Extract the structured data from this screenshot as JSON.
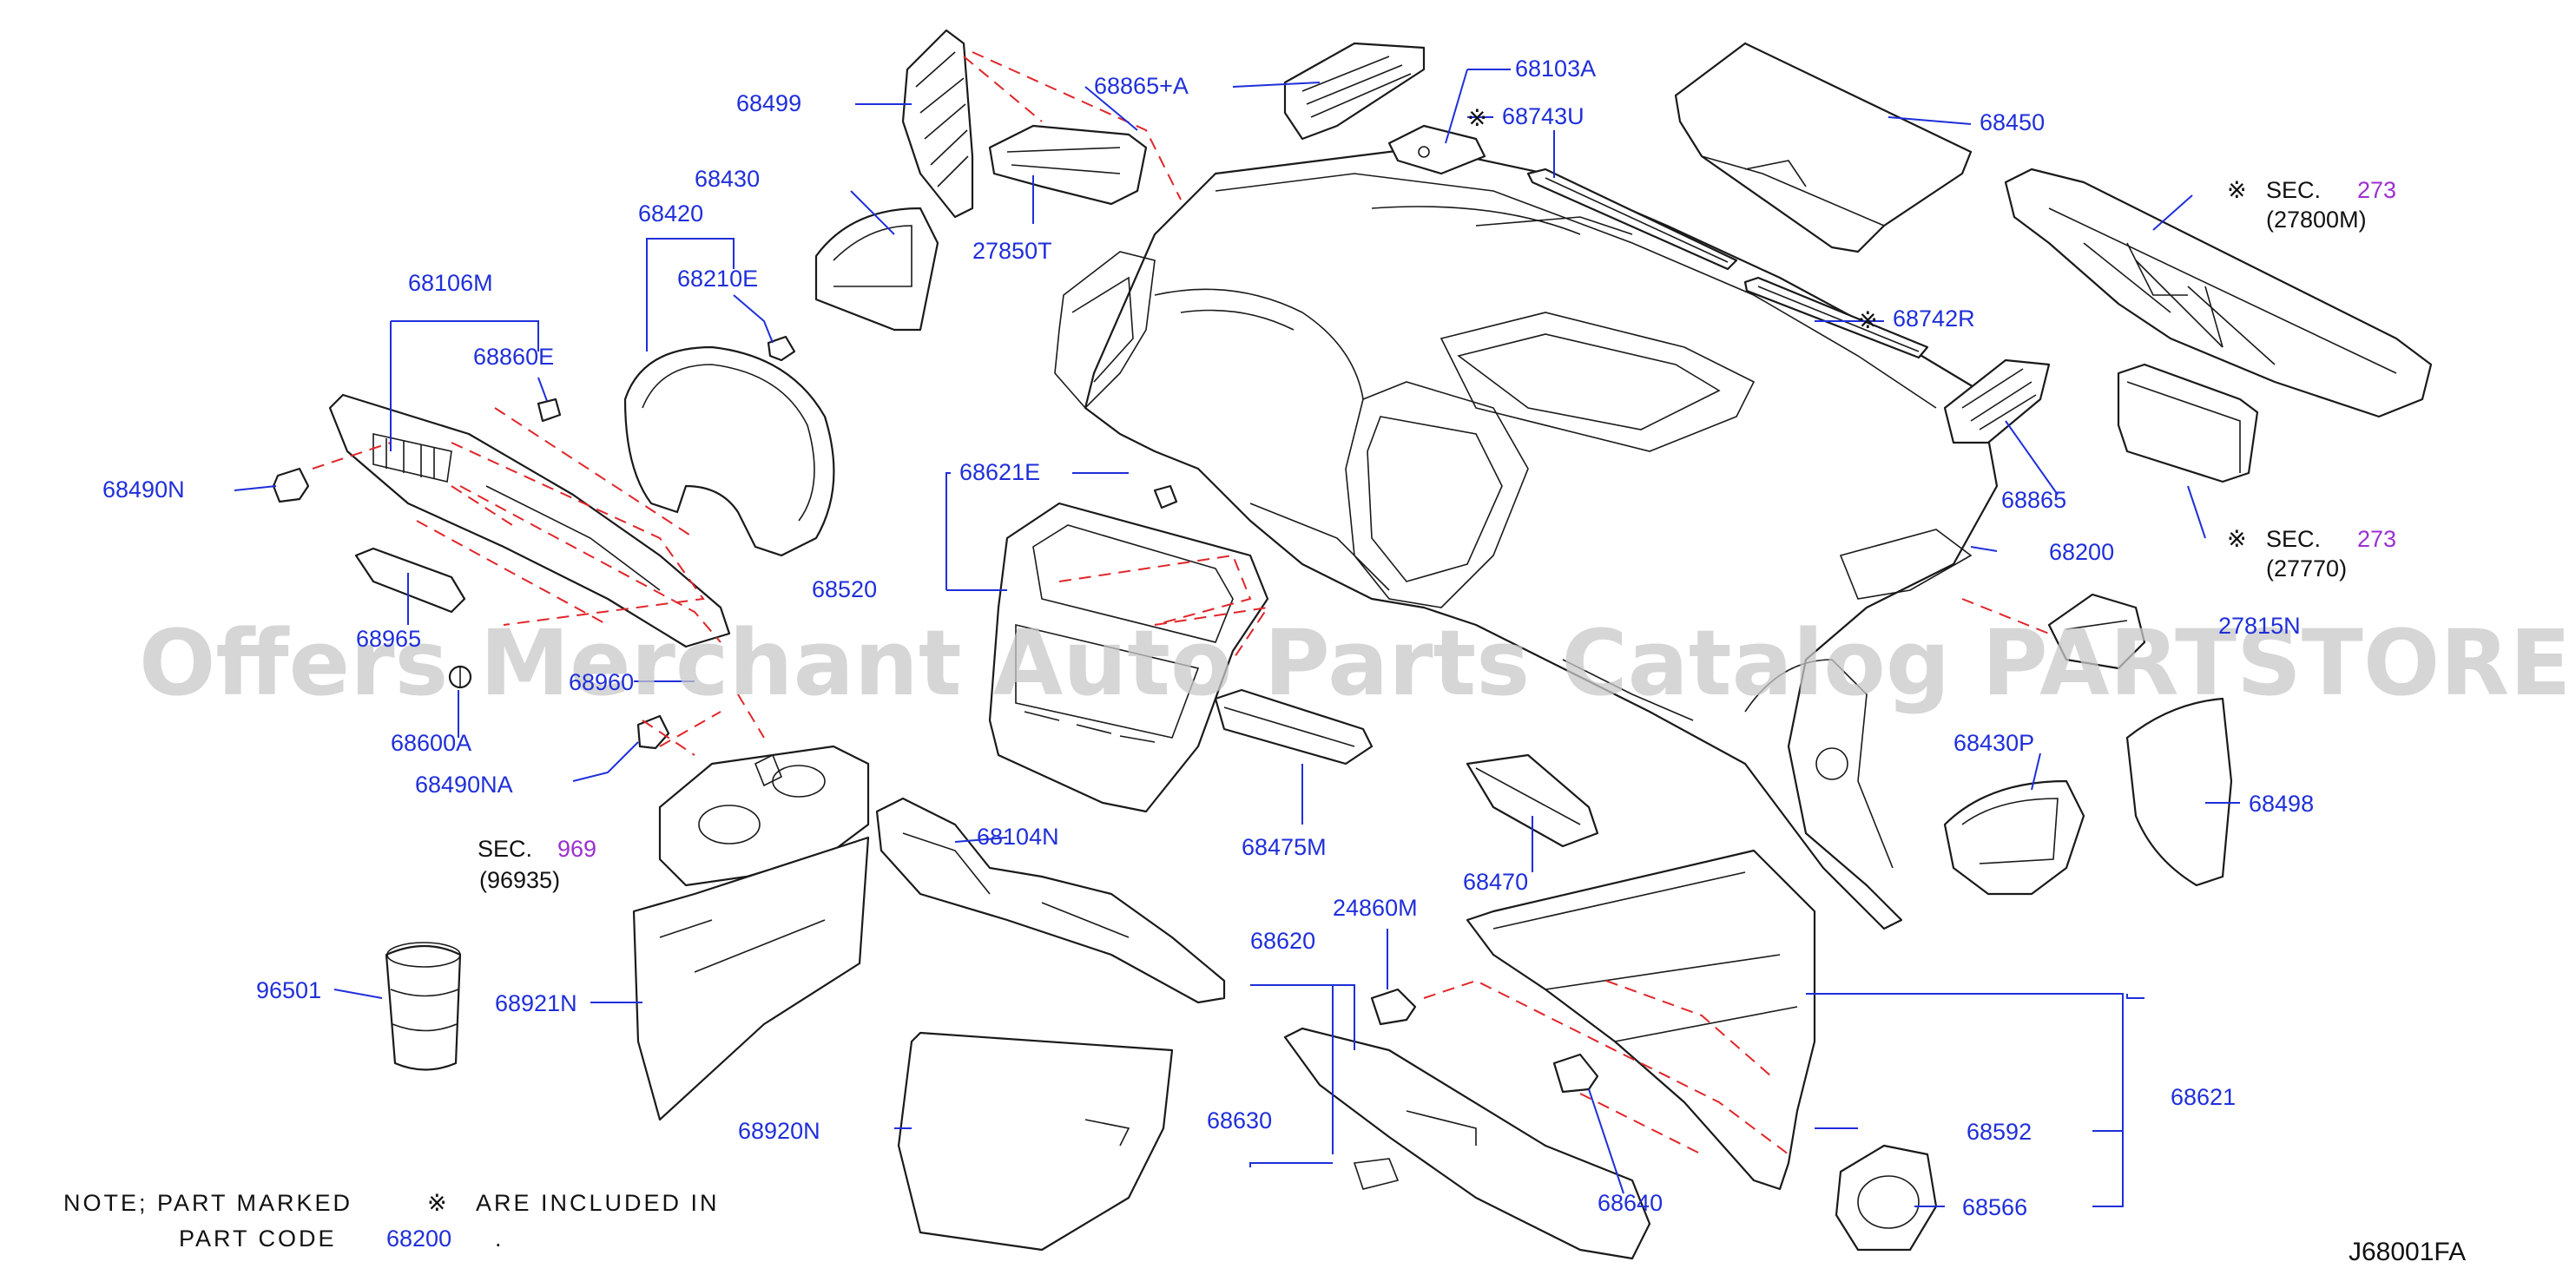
{
  "diagram": {
    "code": "J68001FA",
    "watermark": "Offers Merchant Auto Parts Catalog PARTSTORE.SA",
    "colors": {
      "label": "#1f2fd9",
      "sec_ref": "#9b2fd0",
      "dashed_guide": "#e0262a",
      "outline": "#1a1a1a"
    },
    "labels": {
      "p68499": "68499",
      "p68865A": "68865+A",
      "p68103A": "68103A",
      "p68743U": "68743U",
      "p68450": "68450",
      "p68430": "68430",
      "p27850T": "27850T",
      "p68420": "68420",
      "p68210E": "68210E",
      "p68106M": "68106M",
      "p68860E": "68860E",
      "p68742R": "68742R",
      "p68490N": "68490N",
      "p68865": "68865",
      "p68621E": "68621E",
      "p68200": "68200",
      "p68520": "68520",
      "p68965": "68965",
      "p27815N": "27815N",
      "p68600A": "68600A",
      "p68960": "68960",
      "p68490NA": "68490NA",
      "p68430P": "68430P",
      "p68498": "68498",
      "p68104N": "68104N",
      "p68475M": "68475M",
      "p68470": "68470",
      "p24860M": "24860M",
      "p96501": "96501",
      "p68921N": "68921N",
      "p68620": "68620",
      "p68621": "68621",
      "p68630": "68630",
      "p68920N": "68920N",
      "p68592": "68592",
      "p68640": "68640",
      "p68566": "68566"
    },
    "sec_refs": {
      "sec273a": {
        "prefix": "SEC.",
        "num": "273",
        "sub": "(27800M)"
      },
      "sec273b": {
        "prefix": "SEC.",
        "num": "273",
        "sub": "(27770)"
      },
      "sec969": {
        "prefix": "SEC.",
        "num": "969",
        "sub": "(96935)"
      }
    },
    "marker_symbol": "※",
    "note": {
      "line1_a": "NOTE;  PART  MARKED",
      "line1_b": "ARE  INCLUDED  IN",
      "line2_a": "PART  CODE",
      "line2_code": "68200",
      "line2_end": "."
    }
  }
}
